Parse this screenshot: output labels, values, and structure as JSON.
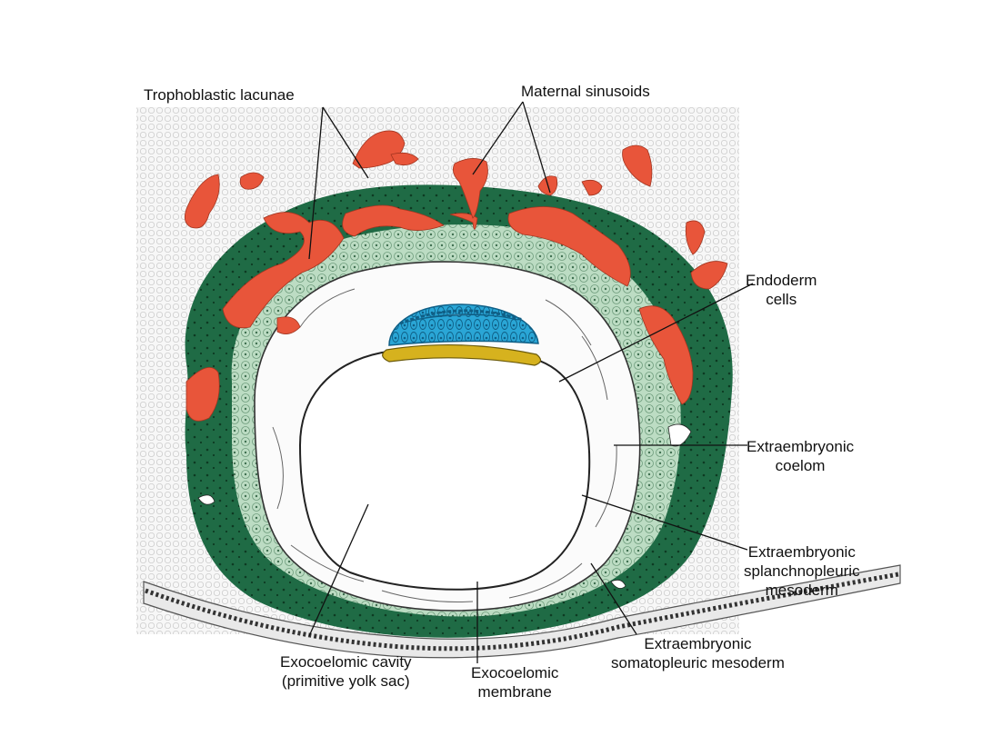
{
  "labels": {
    "trophoblastic_lacunae": "Trophoblastic lacunae",
    "maternal_sinusoids": "Maternal sinusoids",
    "endoderm_cells": [
      "Endoderm",
      "cells"
    ],
    "extraembryonic_coelom": [
      "Extraembryonic",
      "coelom"
    ],
    "splanchnopleuric": [
      "Extraembryonic",
      "splanchnopleuric",
      "mesoderm"
    ],
    "somatopleuric": [
      "Extraembryonic",
      "somatopleuric mesoderm"
    ],
    "exocoelomic_cavity": [
      "Exocoelomic cavity",
      "(primitive yolk sac)"
    ],
    "exocoelomic_membrane": [
      "Exocoelomic",
      "membrane"
    ]
  },
  "colors": {
    "trophoblast": "#1f6b45",
    "cytotrophoblast": "#b8d9bf",
    "lacunae": "#e8553a",
    "epiblast": "#2aa6d6",
    "hypoblast": "#d6b21e",
    "stroma": "#f1f1f1"
  }
}
